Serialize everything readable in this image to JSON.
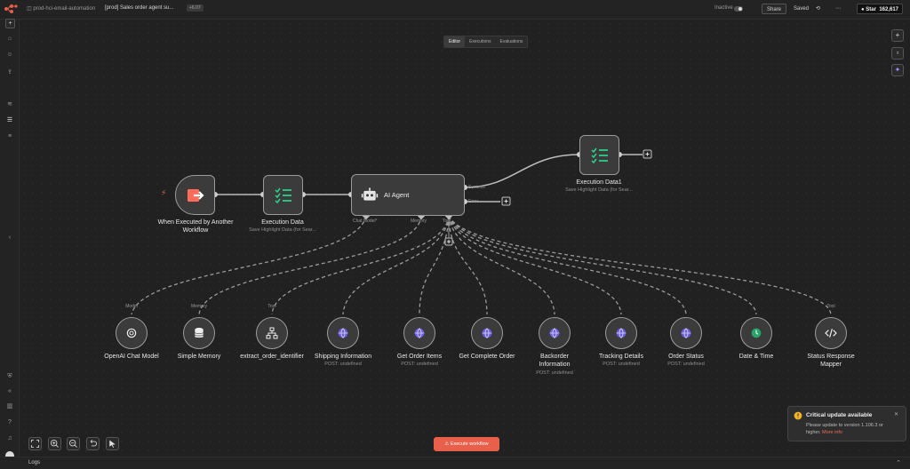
{
  "header": {
    "project": "prod-hci-email-automation",
    "workflow_name": "[prod] Sales order agent su...",
    "tag": "+6.07",
    "status": "Inactive",
    "share_label": "Share",
    "saved_label": "Saved",
    "star_label": "Star",
    "star_count": "162,617"
  },
  "tabs": [
    {
      "label": "Editor"
    },
    {
      "label": "Executions"
    },
    {
      "label": "Evaluations"
    }
  ],
  "nodes": {
    "trigger": {
      "label": "When Executed by Another Workflow"
    },
    "exec_data": {
      "label": "Execution Data",
      "sub": "Save Highlight Data (for Sear..."
    },
    "agent": {
      "label": "AI Agent",
      "ports": {
        "success": "Success",
        "error": "Error",
        "chat_model": "Chat Model*",
        "memory": "Memory",
        "tool": "Tool"
      }
    },
    "exec_data1": {
      "label": "Execution Data1",
      "sub": "Save Highlight Data (for Sear..."
    }
  },
  "tools": [
    {
      "label": "OpenAI Chat Model",
      "sub": "",
      "top": "Model",
      "icon": "openai-icon"
    },
    {
      "label": "Simple Memory",
      "sub": "",
      "top": "Memory",
      "icon": "database-icon"
    },
    {
      "label": "extract_order_identifier",
      "sub": "",
      "top": "Tool",
      "icon": "network-icon"
    },
    {
      "label": "Shipping Information",
      "sub": "POST: undefined",
      "top": "",
      "icon": "globe-icon"
    },
    {
      "label": "Get Order Items",
      "sub": "POST: undefined",
      "top": "",
      "icon": "globe-icon"
    },
    {
      "label": "Get Complete Order",
      "sub": "",
      "top": "",
      "icon": "globe-icon"
    },
    {
      "label": "Backorder Information",
      "sub": "POST: undefined",
      "top": "",
      "icon": "globe-icon"
    },
    {
      "label": "Tracking Details",
      "sub": "POST: undefined",
      "top": "",
      "icon": "globe-icon"
    },
    {
      "label": "Order Status",
      "sub": "POST: undefined",
      "top": "",
      "icon": "globe-icon"
    },
    {
      "label": "Date & Time",
      "sub": "",
      "top": "",
      "icon": "clock-icon"
    },
    {
      "label": "Status Response Mapper",
      "sub": "",
      "top": "Tool",
      "icon": "code-icon"
    }
  ],
  "execute_button": "⚠ Execute workflow",
  "toast": {
    "title": "Critical update available",
    "body": "Please update to version 1.106.3 or higher.",
    "link": "More info"
  },
  "logs_label": "Logs",
  "colors": {
    "accent": "#e8604a",
    "node_border": "#9a9a9a",
    "globe": "#6b5ce7",
    "clock": "#27a36b"
  }
}
